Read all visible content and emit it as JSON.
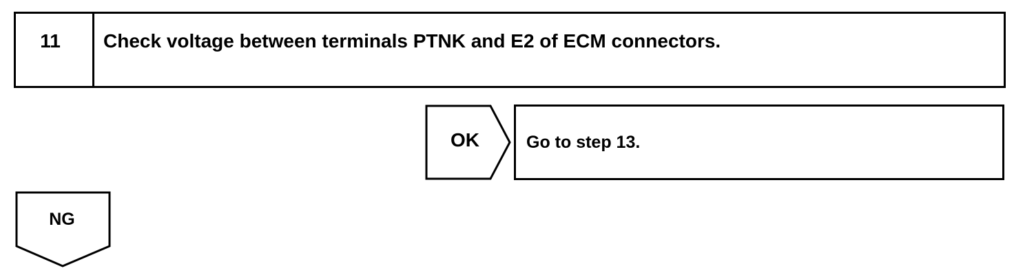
{
  "step": {
    "number": "11",
    "title": "Check voltage between terminals PTNK and E2 of ECM connectors."
  },
  "ok_branch": {
    "label": "OK",
    "result": "Go to step 13."
  },
  "ng_branch": {
    "label": "NG"
  }
}
